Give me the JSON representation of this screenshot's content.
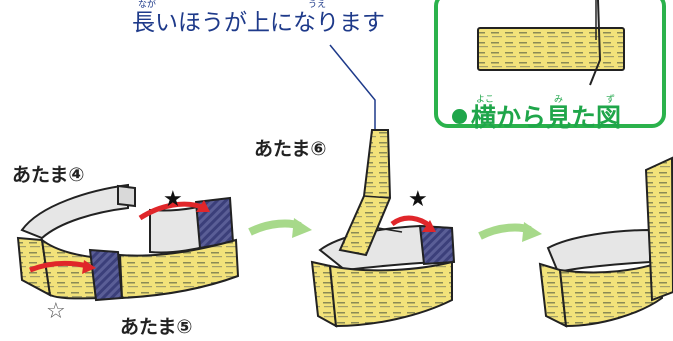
{
  "note": {
    "text": "長いほうが上になります",
    "ruby_naga": "なが",
    "ruby_ue": "うえ"
  },
  "side_view": {
    "title": "横から見た図",
    "ruby_yoko": "よこ",
    "ruby_mi": "み",
    "ruby_zu": "ず"
  },
  "labels": {
    "head4": "あたま④",
    "head5": "あたま⑤",
    "head6": "あたま⑥",
    "star_filled": "★",
    "star_outline": "☆"
  },
  "colors": {
    "accent_green": "#2bb24c",
    "note_blue": "#1e3a8a",
    "arrow_red": "#e0262a",
    "step_arrow": "#a7d98a",
    "strip_yellow": "#f2e27a",
    "strip_gray": "#e4e4e4",
    "stripe_navy": "#3b3f7a"
  }
}
